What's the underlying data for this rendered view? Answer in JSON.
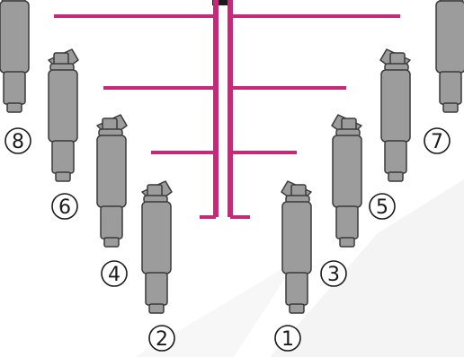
{
  "colors": {
    "background": "#ffffff",
    "wire": "#c8287a",
    "wire_core": "#f24ba2",
    "injector_fill": "#9c9c9c",
    "injector_stroke": "#3a3a3a",
    "label_circle": "#1a1a1a",
    "stem": "#1a1a1a"
  },
  "icons": {
    "injector": "fuel-injector-icon"
  },
  "injectors": [
    {
      "label": "1",
      "side": "right"
    },
    {
      "label": "2",
      "side": "left"
    },
    {
      "label": "3",
      "side": "right"
    },
    {
      "label": "4",
      "side": "left"
    },
    {
      "label": "5",
      "side": "right"
    },
    {
      "label": "6",
      "side": "left"
    },
    {
      "label": "7",
      "side": "right"
    },
    {
      "label": "8",
      "side": "left"
    }
  ]
}
